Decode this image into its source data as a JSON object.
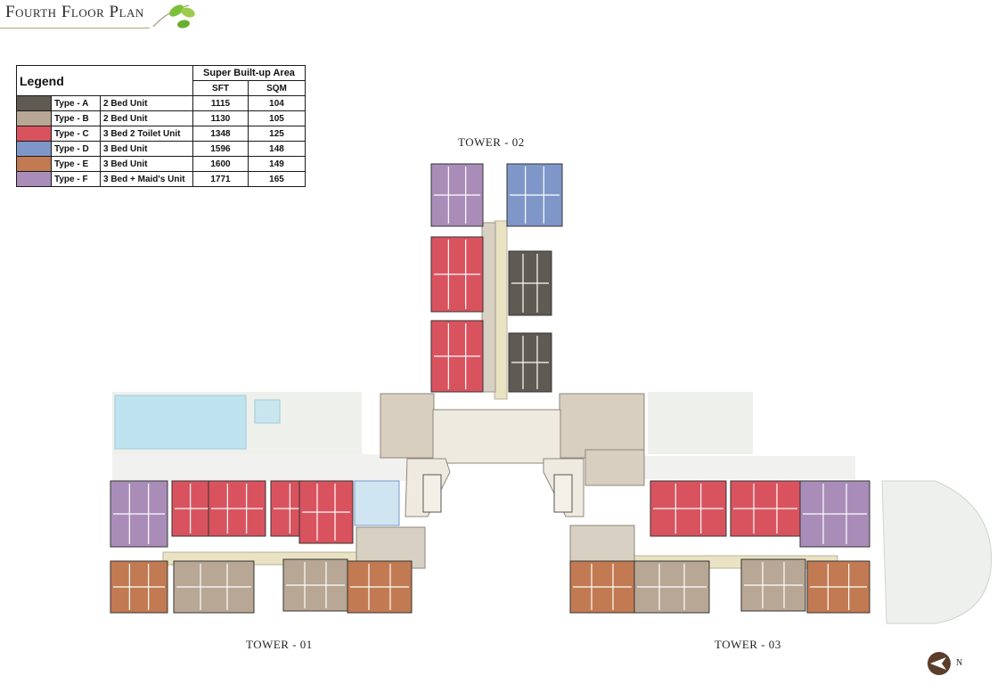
{
  "header": {
    "title": "Fourth Floor Plan"
  },
  "legend": {
    "title": "Legend",
    "area_header": "Super Built-up Area",
    "unit_sft": "SFT",
    "unit_sqm": "SQM",
    "rows": [
      {
        "color": "#5f5a52",
        "type": "Type - A",
        "desc": "2 Bed Unit",
        "sft": "1115",
        "sqm": "104"
      },
      {
        "color": "#b8a795",
        "type": "Type - B",
        "desc": "2 Bed Unit",
        "sft": "1130",
        "sqm": "105"
      },
      {
        "color": "#d9535f",
        "type": "Type - C",
        "desc": "3 Bed 2 Toilet Unit",
        "sft": "1348",
        "sqm": "125"
      },
      {
        "color": "#7f97c8",
        "type": "Type - D",
        "desc": "3 Bed Unit",
        "sft": "1596",
        "sqm": "148"
      },
      {
        "color": "#c27a52",
        "type": "Type - E",
        "desc": "3 Bed Unit",
        "sft": "1600",
        "sqm": "149"
      },
      {
        "color": "#a98db8",
        "type": "Type - F",
        "desc": "3 Bed + Maid's Unit",
        "sft": "1771",
        "sqm": "165"
      }
    ]
  },
  "towers": {
    "t1": "TOWER - 01",
    "t2": "TOWER - 02",
    "t3": "TOWER - 03"
  },
  "compass": {
    "label": "N"
  },
  "colors": {
    "typeA": "#5f5a52",
    "typeB": "#b8a795",
    "typeC": "#d9535f",
    "typeD": "#7f97c8",
    "typeE": "#c27a52",
    "typeF": "#a98db8",
    "pool": "#bfe3ee",
    "corridor": "#e9e3c3",
    "core": "#cfc8bb"
  }
}
